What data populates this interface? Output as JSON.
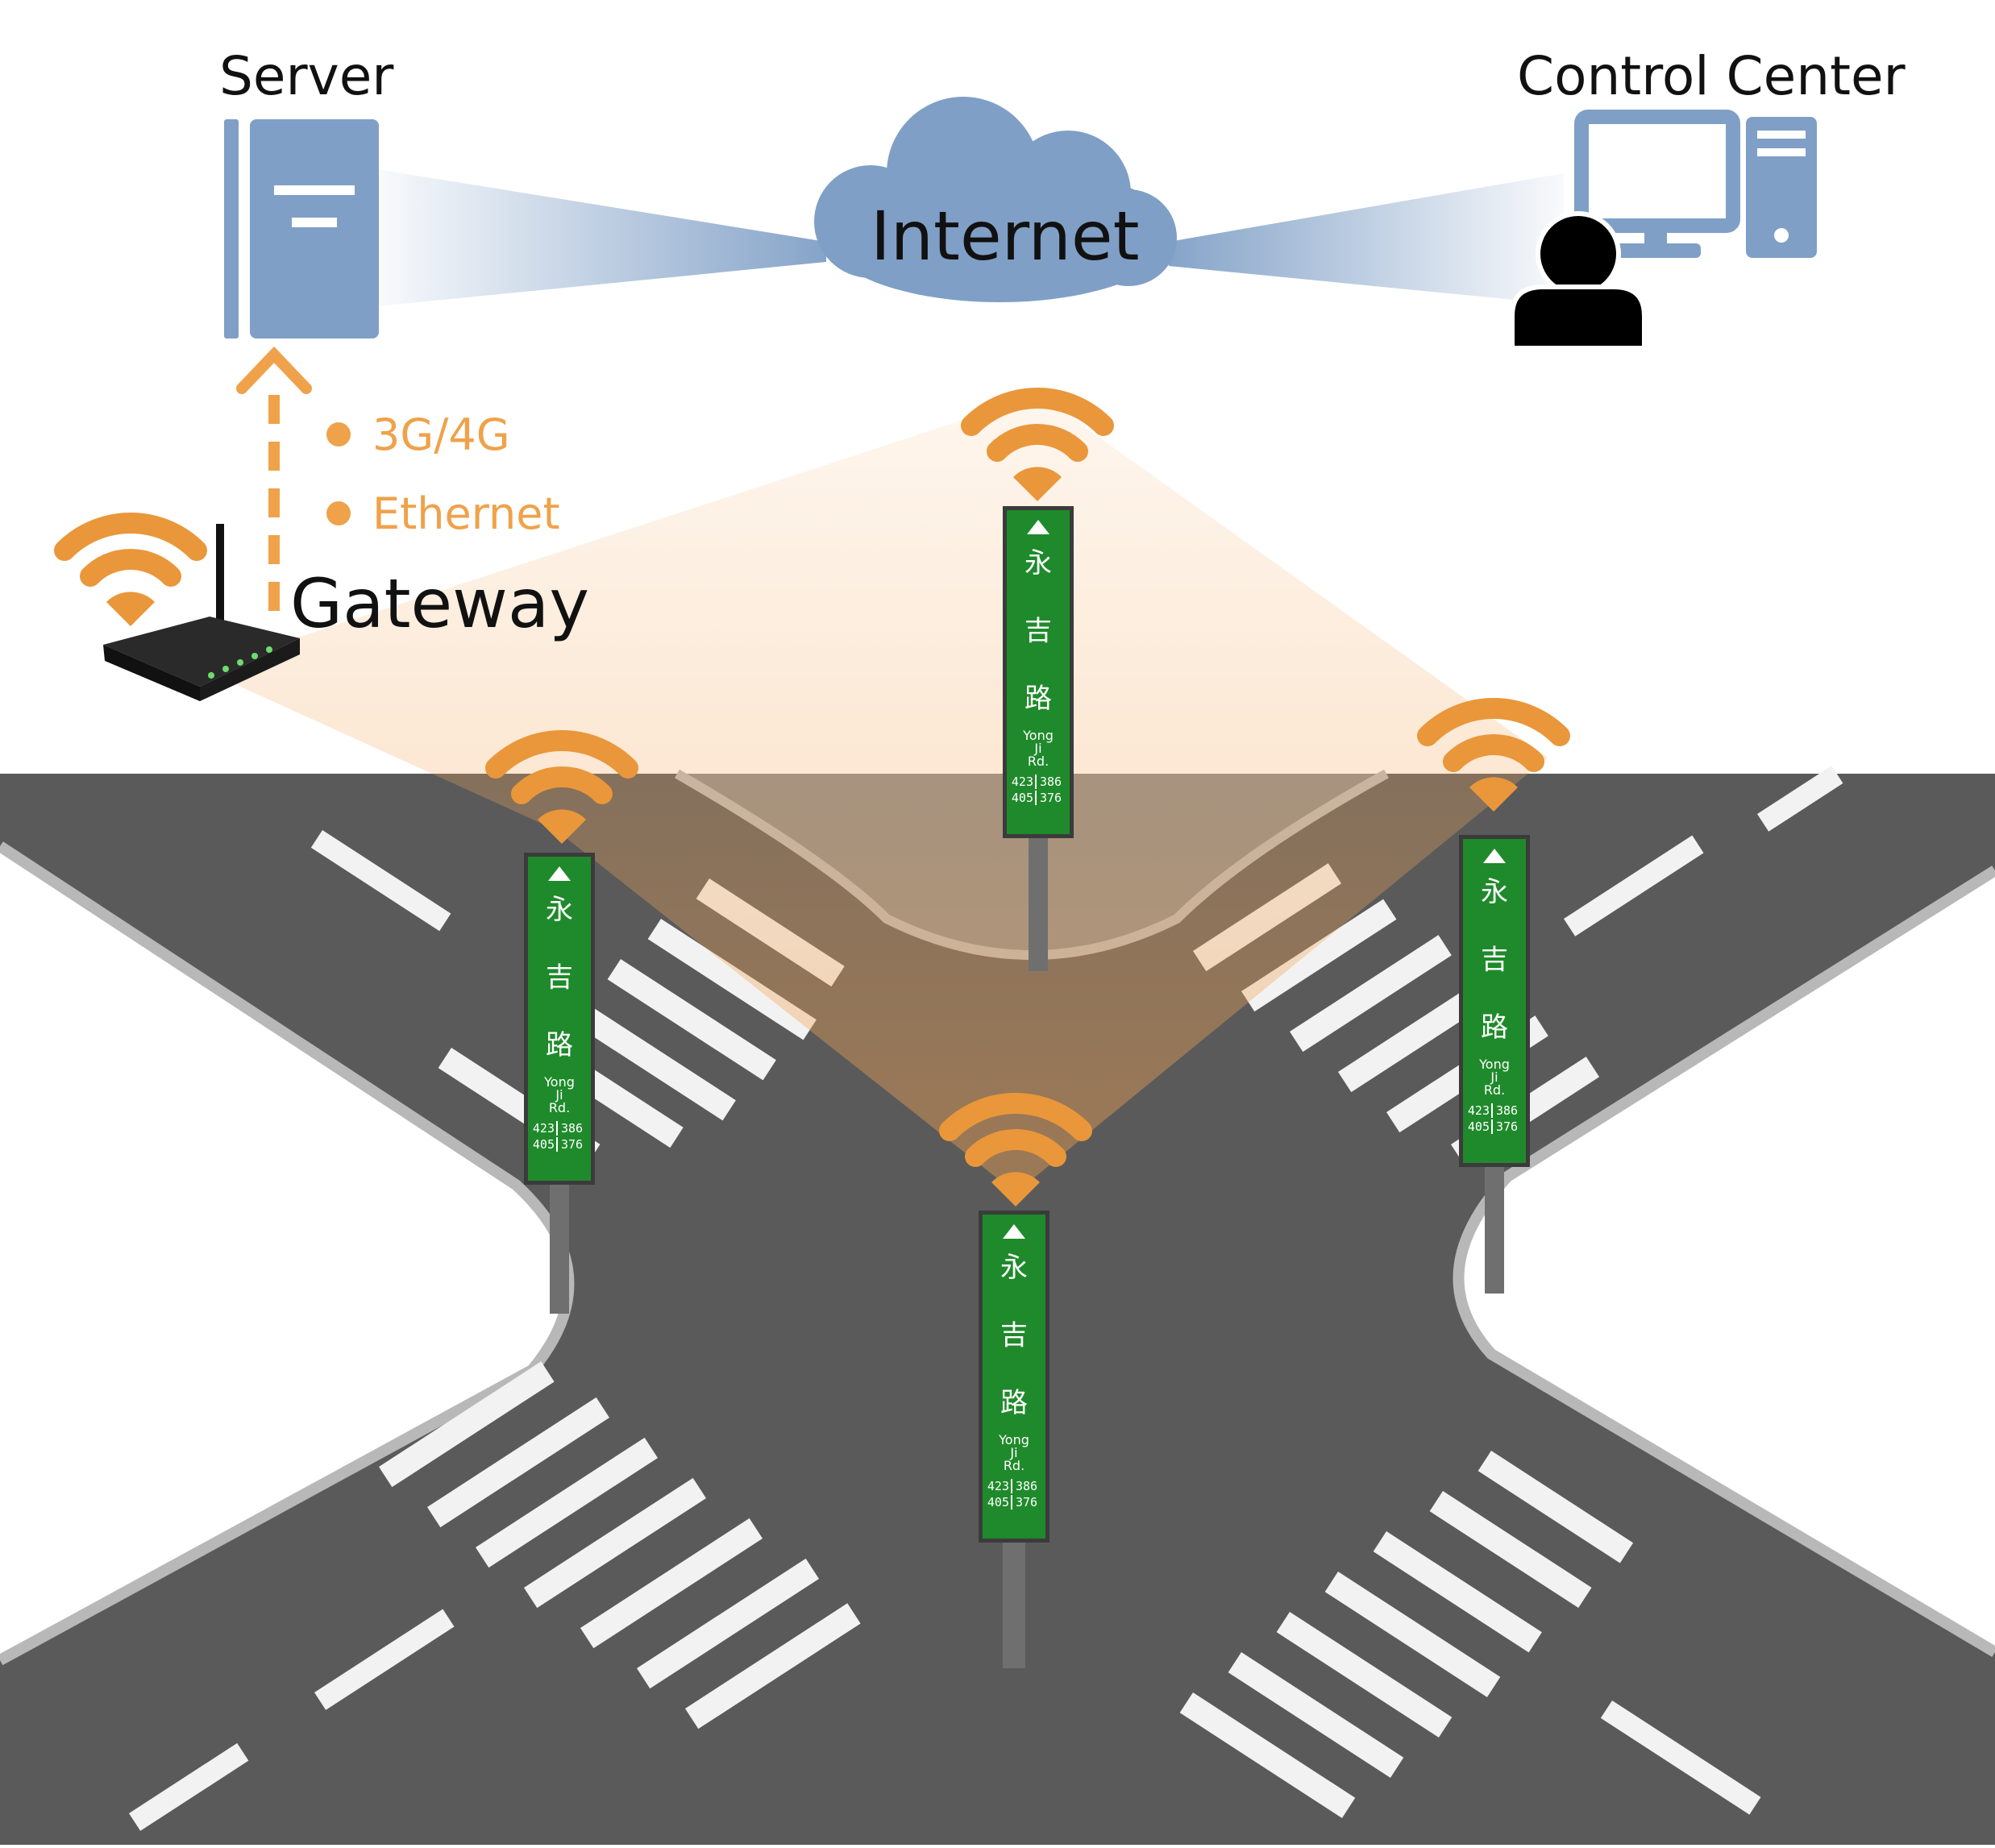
{
  "nodes": {
    "server": {
      "label": "Server"
    },
    "control_center": {
      "label": "Control Center"
    },
    "internet": {
      "label": "Internet"
    },
    "gateway": {
      "label": "Gateway"
    }
  },
  "connections": [
    "3G/4G",
    "Ethernet"
  ],
  "street_sign": {
    "chars": [
      "永",
      "吉",
      "路"
    ],
    "english": [
      "Yong",
      "Ji",
      "Rd."
    ],
    "numbers": [
      "423",
      "386",
      "405",
      "376"
    ]
  },
  "colors": {
    "device_blue": "#7f9fc6",
    "cloud_blue": "#7f9fc6",
    "accent_orange": "#efa24a",
    "wifi_orange": "#e9973a",
    "road_gray": "#5a5a5a",
    "sign_green": "#1f8a2b"
  }
}
